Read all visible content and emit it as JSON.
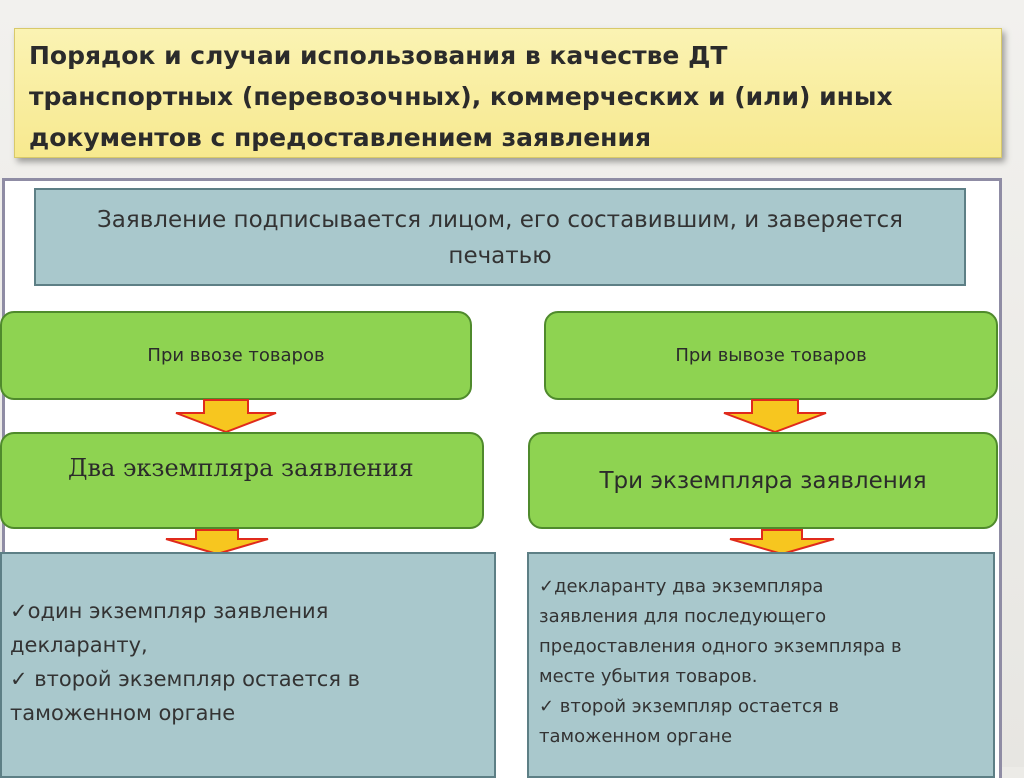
{
  "title": "Порядок и случаи использования в качестве ДТ\nтранспортных (перевозочных), коммерческих и (или) иных\nдокументов с предоставлением заявления",
  "statement": "Заявление подписывается лицом, его составившим, и заверяется\nпечатью",
  "left": {
    "case": "При ввозе товаров",
    "copies": "Два экземпляра заявления",
    "items": [
      "✓один экземпляр заявления\nдекларанту,",
      "✓ второй экземпляр остается в\nтаможенном органе"
    ]
  },
  "right": {
    "case": "При вывозе товаров",
    "copies": "Три экземпляра заявления",
    "items": [
      "✓декларанту два экземпляра\nзаявления для последующего\nпредоставления одного экземпляра в\nместе убытия товаров.",
      "✓ второй экземпляр остается в\nтаможенном органе"
    ]
  },
  "colors": {
    "title_bg": "#f7e98f",
    "box_teal": "#a9c8cc",
    "pill_green": "#8ed351",
    "arrow_fill": "#f7c61f",
    "arrow_outline": "#e02a1c"
  },
  "icons": [
    "down-arrow-icon"
  ]
}
